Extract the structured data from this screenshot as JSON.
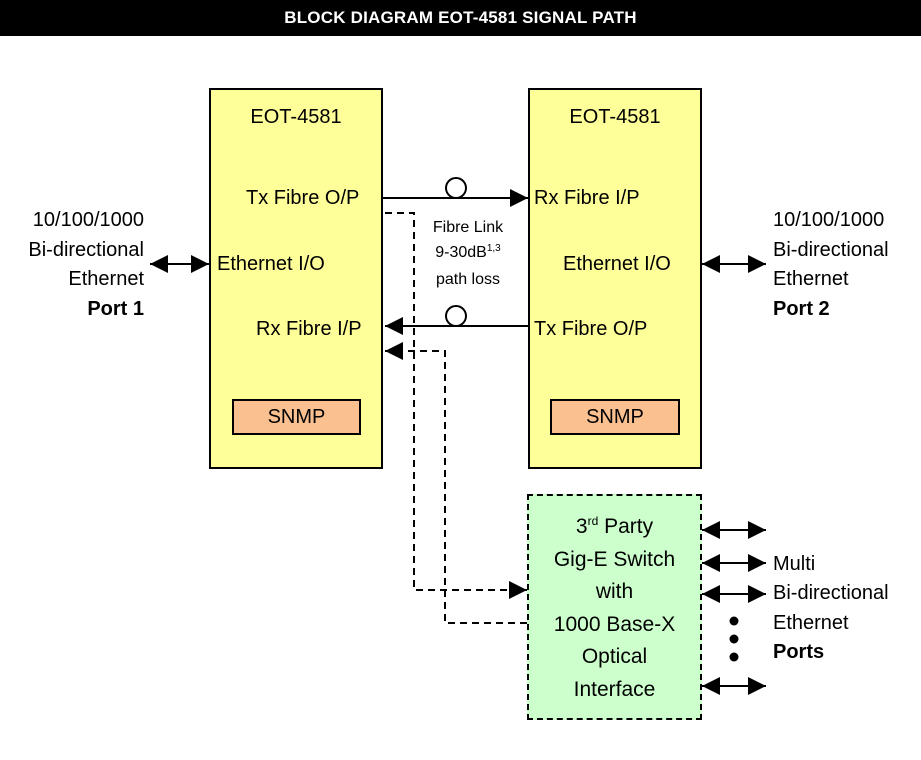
{
  "title": "BLOCK DIAGRAM EOT-4581 SIGNAL PATH",
  "left_unit": {
    "name": "EOT-4581",
    "tx_label": "Tx Fibre O/P",
    "eth_label": "Ethernet I/O",
    "rx_label": "Rx Fibre I/P",
    "snmp_label": "SNMP"
  },
  "right_unit": {
    "name": "EOT-4581",
    "rx_label": "Rx Fibre I/P",
    "eth_label": "Ethernet I/O",
    "tx_label": "Tx Fibre O/P",
    "snmp_label": "SNMP"
  },
  "port1": {
    "line1": "10/100/1000",
    "line2": "Bi-directional",
    "line3": "Ethernet",
    "line4": "Port 1"
  },
  "port2": {
    "line1": "10/100/1000",
    "line2": "Bi-directional",
    "line3": "Ethernet",
    "line4": "Port 2"
  },
  "fibre_link": {
    "line1": "Fibre Link",
    "line2": "9-30dB",
    "superscript": "1,3",
    "line3": "path loss"
  },
  "switch": {
    "line1_prefix": "3",
    "line1_sup": "rd",
    "line1_suffix": " Party",
    "line2": "Gig-E Switch",
    "line3": "with",
    "line4": "1000 Base-X",
    "line5": "Optical",
    "line6": "Interface"
  },
  "multi_ports": {
    "line1": "Multi",
    "line2": "Bi-directional",
    "line3": "Ethernet",
    "line4": "Ports"
  },
  "colors": {
    "unit_fill": "#ffff99",
    "snmp_fill": "#fac090",
    "switch_fill": "#ccffcc",
    "title_bar": "#000000"
  }
}
